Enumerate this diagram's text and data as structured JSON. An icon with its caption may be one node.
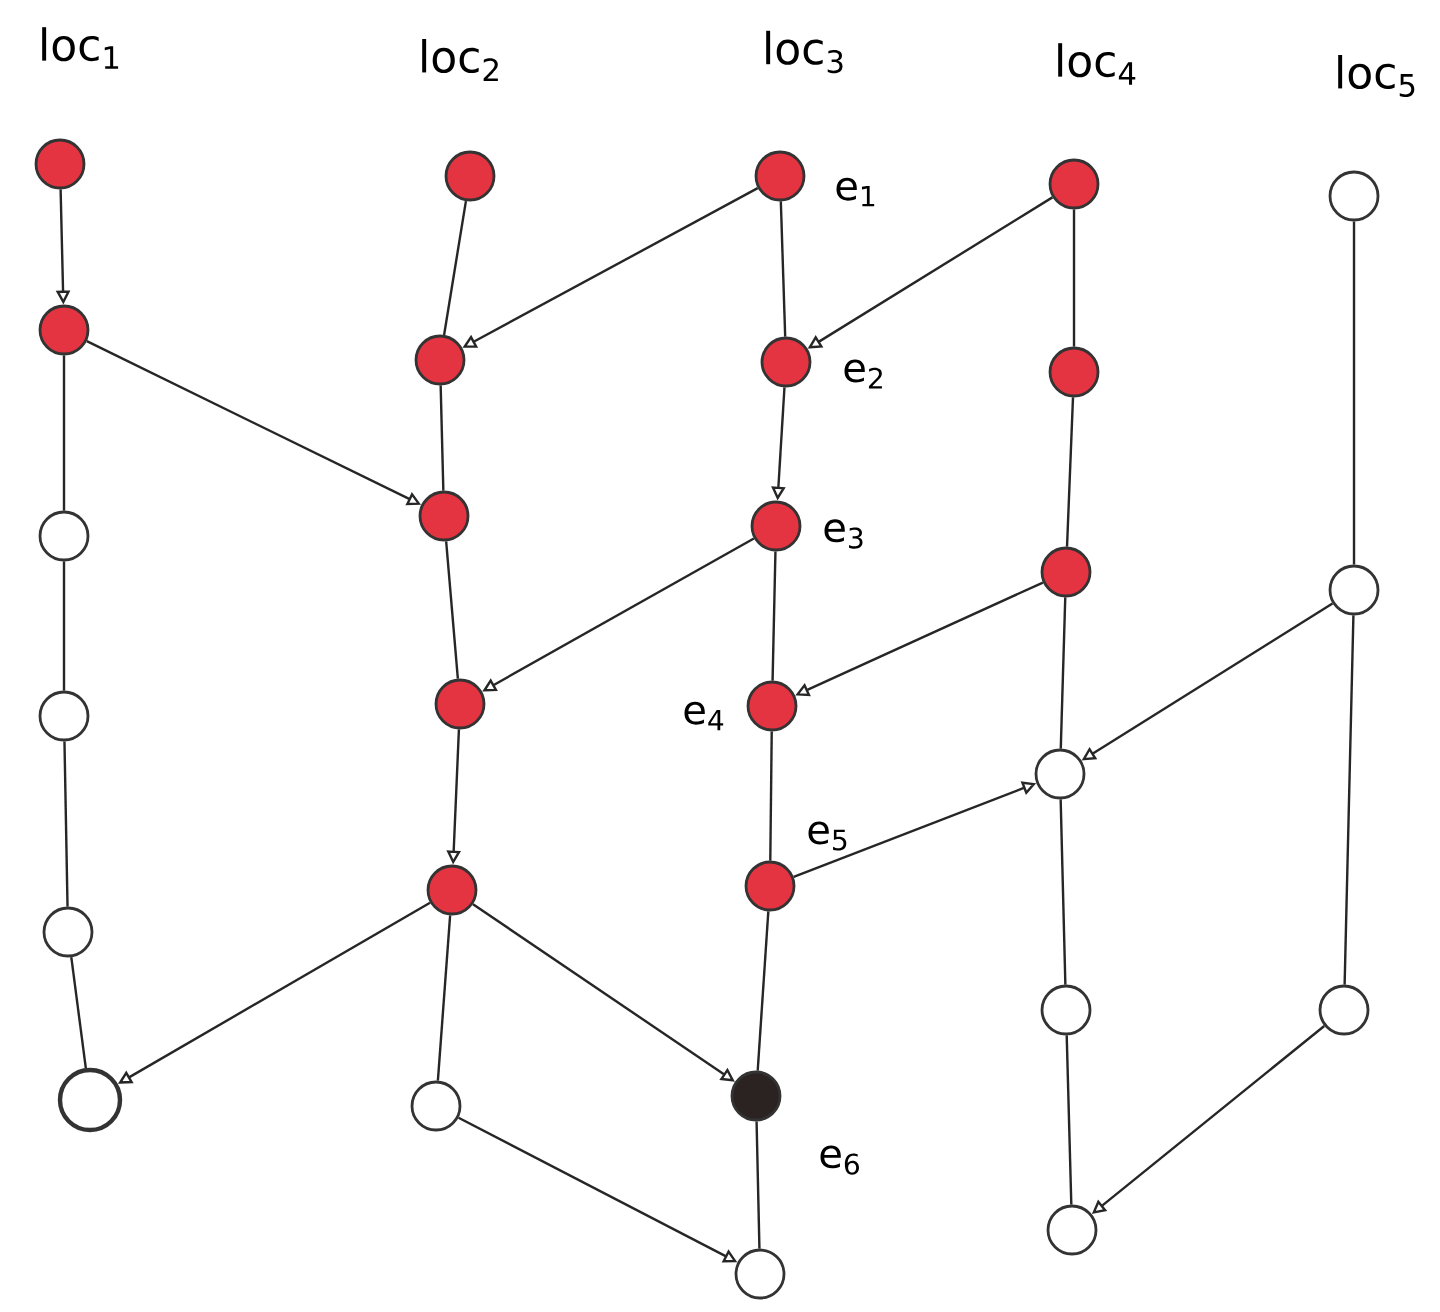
{
  "diagram": {
    "nodes": [
      {
        "text": [],
        "shape": "circle"
      },
      {
        "text": [],
        "shape": "circle"
      },
      {
        "text": [],
        "shape": "circle"
      },
      {
        "text": [],
        "shape": "circle"
      },
      {
        "text": [],
        "shape": "circle"
      },
      {
        "text": [],
        "shape": "circle"
      },
      {
        "text": [],
        "shape": "circle"
      },
      {
        "text": [],
        "shape": "circle"
      },
      {
        "text": [],
        "shape": "circle"
      },
      {
        "text": [],
        "shape": "circle"
      },
      {
        "text": [],
        "shape": "circle"
      },
      {
        "text": [],
        "shape": "circle"
      },
      {
        "text": [],
        "beside": [
          "e$_{1}$"
        ],
        "shape": "circle"
      },
      {
        "text": [],
        "beside": [
          "e$_{2}$"
        ],
        "shape": "circle"
      },
      {
        "text": [],
        "beside": [
          "e$_{3}$"
        ],
        "shape": "circle"
      },
      {
        "text": [],
        "beside": [
          "e$_{4}$"
        ],
        "shape": "circle"
      },
      {
        "text": [],
        "beside": [
          "e$_{5}$"
        ],
        "shape": "circle"
      },
      {
        "text": [],
        "beside": [
          "e$_{6}$"
        ],
        "shape": "circle"
      },
      {
        "text": [],
        "shape": "circle"
      },
      {
        "text": [],
        "shape": "circle"
      },
      {
        "text": [],
        "shape": "circle"
      },
      {
        "text": [],
        "shape": "circle"
      },
      {
        "text": [],
        "shape": "circle"
      },
      {
        "text": [],
        "shape": "circle"
      },
      {
        "text": [],
        "shape": "circle"
      },
      {
        "text": [],
        "shape": "circle"
      },
      {
        "text": [],
        "shape": "circle"
      },
      {
        "text": [],
        "shape": "circle"
      }
    ],
    "edges": [
      {
        "from": 0,
        "to": 1,
        "arrow": "to"
      },
      {
        "from": 1,
        "to": 2,
        "arrow": "none"
      },
      {
        "from": 2,
        "to": 3,
        "arrow": "none"
      },
      {
        "from": 3,
        "to": 4,
        "arrow": "none"
      },
      {
        "from": 4,
        "to": 5,
        "arrow": "none"
      },
      {
        "from": 1,
        "to": 8,
        "arrow": "to"
      },
      {
        "from": 6,
        "to": 7,
        "arrow": "none"
      },
      {
        "from": 7,
        "to": 8,
        "arrow": "none"
      },
      {
        "from": 8,
        "to": 9,
        "arrow": "none"
      },
      {
        "from": 9,
        "to": 10,
        "arrow": "to"
      },
      {
        "from": 10,
        "to": 11,
        "arrow": "none"
      },
      {
        "from": 12,
        "to": 7,
        "arrow": "to"
      },
      {
        "from": 10,
        "to": 5,
        "arrow": "to"
      },
      {
        "from": 10,
        "to": 17,
        "arrow": "to"
      },
      {
        "from": 11,
        "to": 18,
        "arrow": "to"
      },
      {
        "from": 14,
        "to": 9,
        "arrow": "to"
      },
      {
        "from": 12,
        "to": 13,
        "arrow": "none"
      },
      {
        "from": 13,
        "to": 14,
        "arrow": "to"
      },
      {
        "from": 14,
        "to": 15,
        "arrow": "none"
      },
      {
        "from": 15,
        "to": 16,
        "arrow": "none"
      },
      {
        "from": 16,
        "to": 17,
        "arrow": "none"
      },
      {
        "from": 17,
        "to": 18,
        "arrow": "none"
      },
      {
        "from": 19,
        "to": 13,
        "arrow": "to"
      },
      {
        "from": 21,
        "to": 15,
        "arrow": "to"
      },
      {
        "from": 16,
        "to": 22,
        "arrow": "to"
      },
      {
        "from": 19,
        "to": 20,
        "arrow": "none"
      },
      {
        "from": 20,
        "to": 21,
        "arrow": "none"
      },
      {
        "from": 21,
        "to": 22,
        "arrow": "none"
      },
      {
        "from": 22,
        "to": 23,
        "arrow": "none"
      },
      {
        "from": 23,
        "to": 24,
        "arrow": "none"
      },
      {
        "from": 25,
        "to": 26,
        "arrow": "none"
      },
      {
        "from": 26,
        "to": 22,
        "arrow": "to"
      },
      {
        "from": 26,
        "to": 27,
        "arrow": "none"
      },
      {
        "from": 27,
        "to": 24,
        "arrow": "to"
      }
    ],
    "labels": [
      "loc$_{1}$",
      "loc$_{2}$",
      "loc$_{3}$",
      "loc$_{4}$",
      "loc$_{5}$"
    ]
  }
}
